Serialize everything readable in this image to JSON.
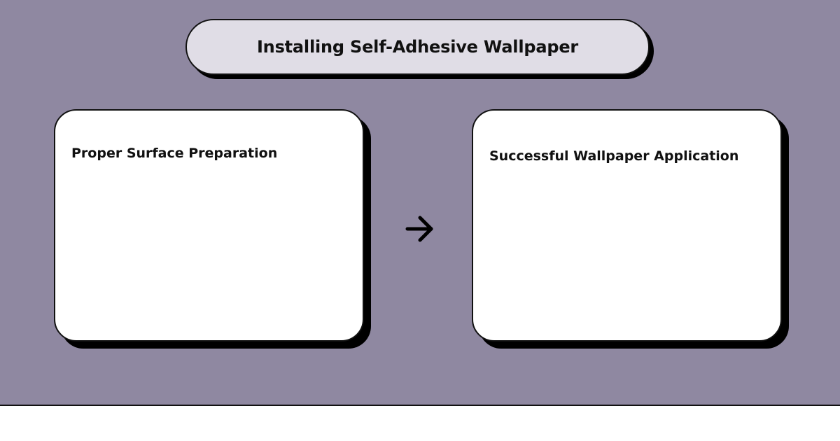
{
  "title": "Installing Self-Adhesive Wallpaper",
  "steps": [
    {
      "label": "Proper Surface Preparation"
    },
    {
      "label": "Successful Wallpaper Application"
    }
  ],
  "connector": {
    "icon": "right-arrow-icon"
  },
  "colors": {
    "background": "#8f88a1",
    "title_fill": "#e0dde6",
    "card_fill": "#ffffff",
    "outline": "#111111",
    "shadow": "#000000"
  }
}
